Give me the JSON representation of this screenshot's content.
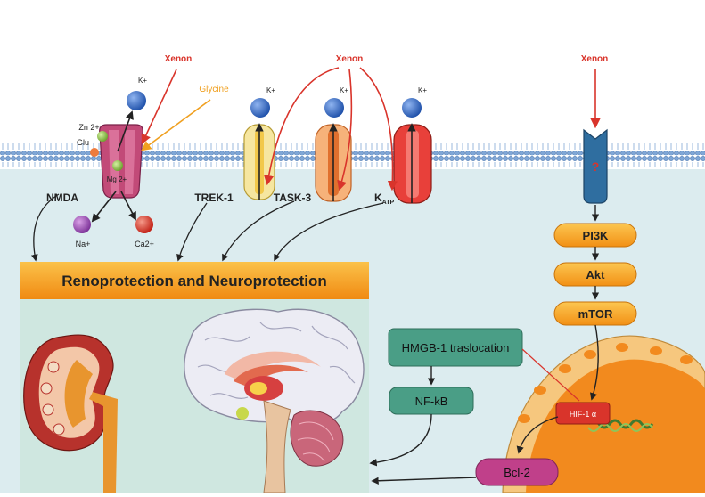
{
  "labels": {
    "xenon": "Xenon",
    "glycine": "Glycine",
    "k_plus": "K+",
    "zn": "Zn 2+",
    "glu": "Glu",
    "mg": "Mg 2+",
    "na": "Na+",
    "ca": "Ca2+",
    "question": "?"
  },
  "channels": {
    "nmda": "NMDA",
    "trek1": "TREK-1",
    "task3": "TASK-3",
    "katp_main": "K",
    "katp_sub": "ATP"
  },
  "banner": "Renoprotection and Neuroprotection",
  "pathway": {
    "pi3k": "PI3K",
    "akt": "Akt",
    "mtor": "mTOR",
    "hmgb1": "HMGB-1 traslocation",
    "nfkb": "NF-kB",
    "hif": "HIF-1 α",
    "bcl2": "Bcl-2"
  },
  "colors": {
    "xenon": "#d9342b",
    "glycine": "#f0a020",
    "membrane": "#7fa6d6",
    "cytoplasm": "#dcecef",
    "banner": "#f5a623",
    "pathway_pill": "#f5a623",
    "teal_box": "#4a9e86",
    "bcl2": "#c0408a"
  }
}
